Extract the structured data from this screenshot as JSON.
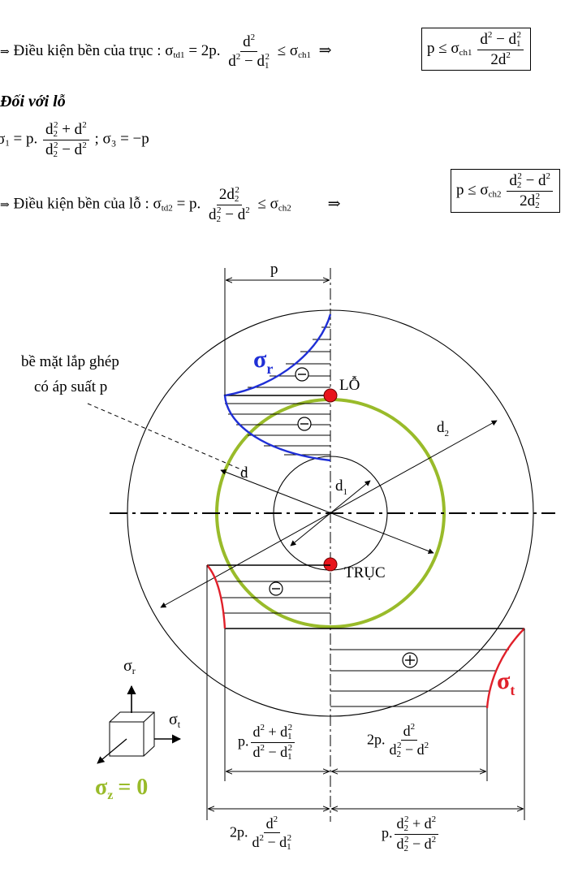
{
  "text": {
    "shaft_condition_label": "Điều kiện bền của trục :",
    "hole_heading": "Đối với lỗ",
    "hole_condition_label": "Điều kiện bền của lỗ :",
    "sigma3_expr": "σ₃ = −p",
    "implies": "⇒",
    "arrow_bullet": "⇒"
  },
  "diagram": {
    "callout_line1": "bề mặt lắp ghép",
    "callout_line2": "có áp suất p",
    "hole_point_label": "LỖ",
    "shaft_point_label": "TRỤC",
    "dim_p": "p",
    "dim_d": "d",
    "dim_d1": "d",
    "dim_d1_sub": "1",
    "dim_d2": "d",
    "dim_d2_sub": "2",
    "sigma_r_curve": "σ",
    "sigma_r_sub": "r",
    "sigma_t_curve": "σ",
    "sigma_t_sub": "t",
    "sign_minus": "−",
    "sign_plus": "+",
    "axes_sigma_r": "σ",
    "axes_sigma_r_sub": "r",
    "axes_sigma_t": "σ",
    "axes_sigma_t_sub": "t",
    "axes_sigma_z": "σ",
    "axes_sigma_z_sub": "z",
    "axes_sigma_z_eq": "= 0"
  },
  "colors": {
    "green": "#99bb2a",
    "blue": "#1f2fd6",
    "red": "#e0202a",
    "point": "#e8141c"
  }
}
